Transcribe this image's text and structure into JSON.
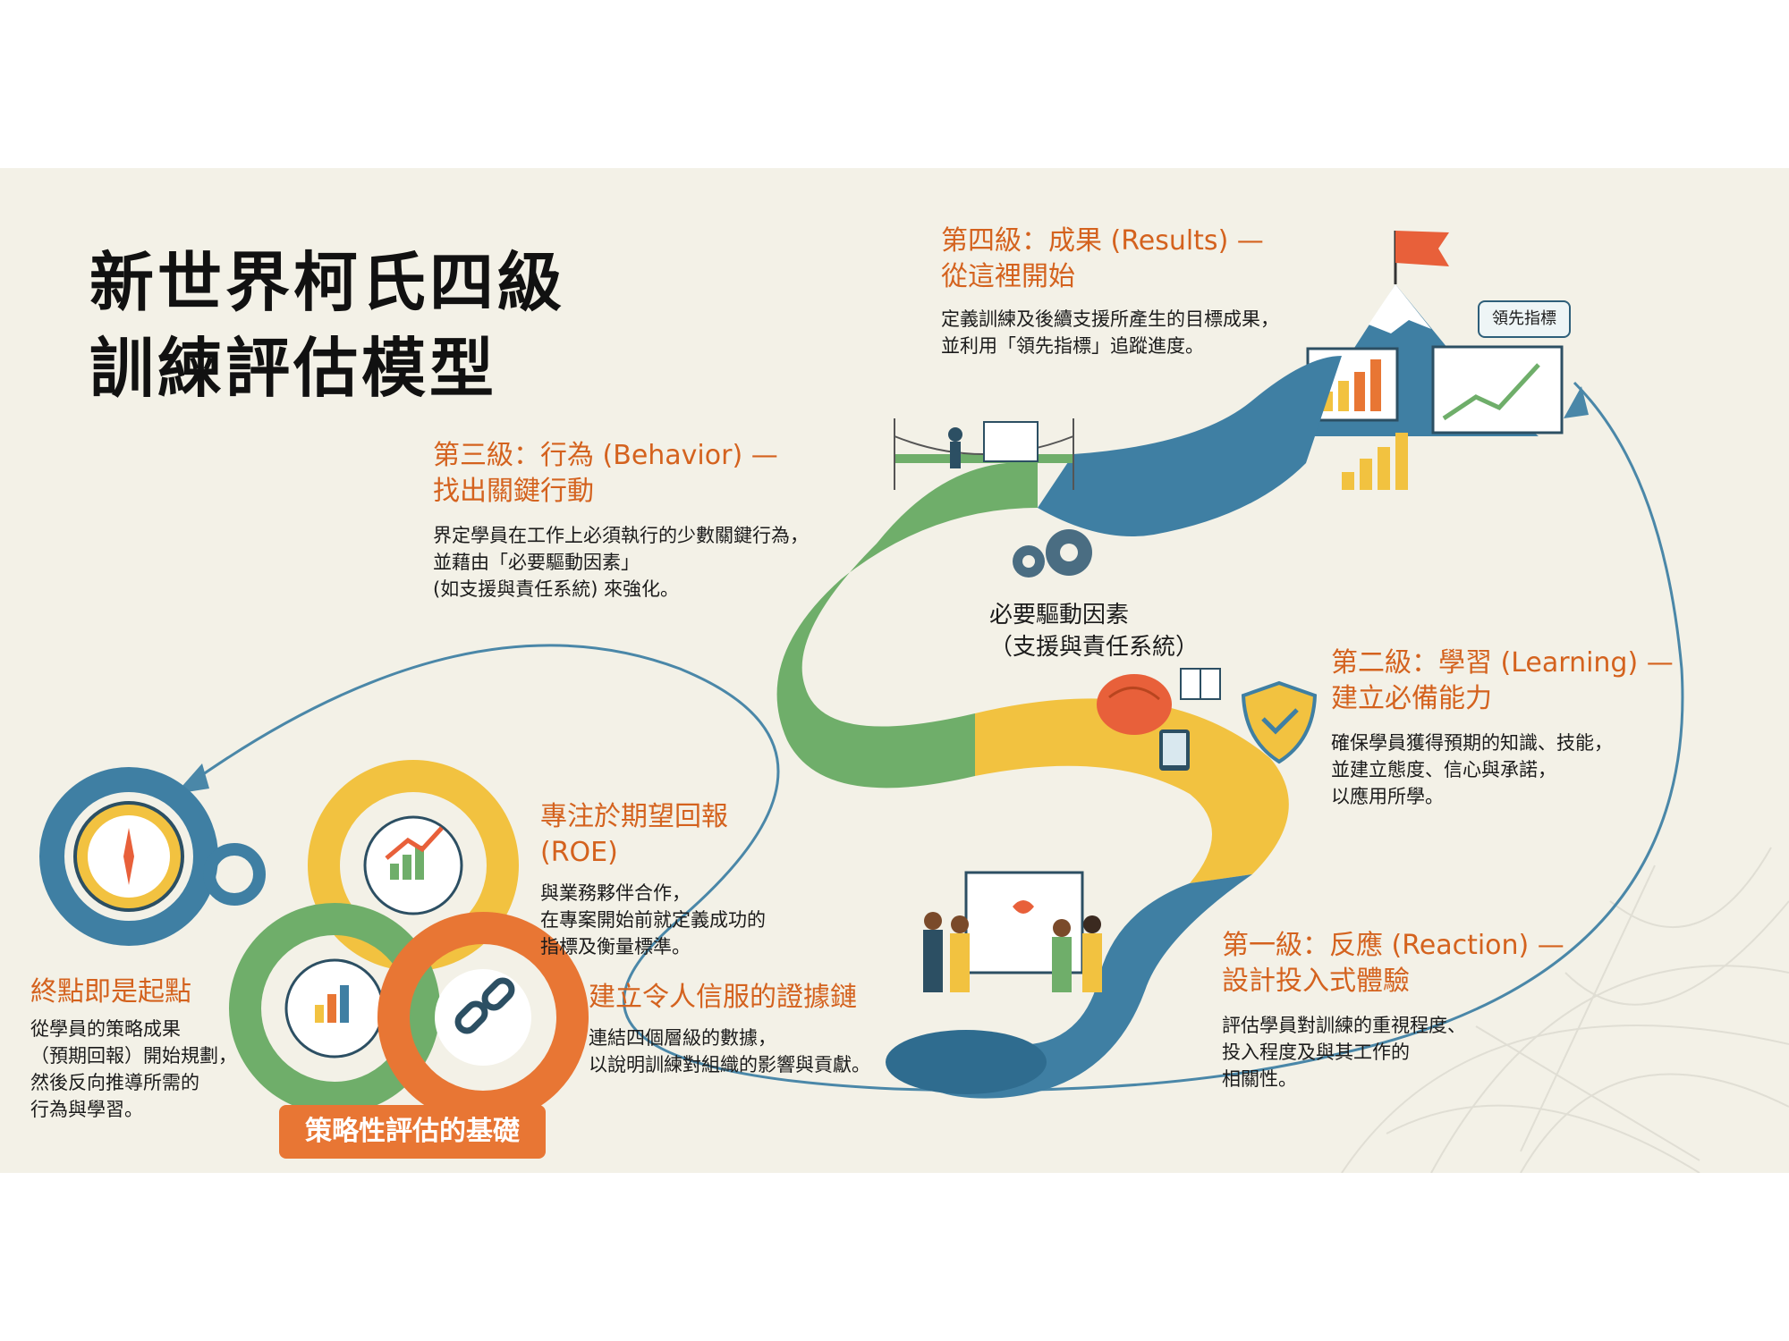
{
  "title": {
    "line1": "新世界柯氏四級",
    "line2": "訓練評估模型"
  },
  "level4": {
    "heading1": "第四級：成果 (Results) —",
    "heading2": "從這裡開始",
    "body1": "定義訓練及後續支援所產生的目標成果，",
    "body2": "並利用「領先指標」追蹤進度。",
    "tag": "領先指標"
  },
  "level3": {
    "heading1": "第三級：行為 (Behavior) —",
    "heading2": "找出關鍵行動",
    "body1": "界定學員在工作上必須執行的少數關鍵行為，",
    "body2": "並藉由「必要驅動因素」",
    "body3": "(如支援與責任系統) 來強化。"
  },
  "drivers": {
    "line1": "必要驅動因素",
    "line2": "（支援與責任系統）"
  },
  "level2": {
    "heading1": "第二級：學習 (Learning) —",
    "heading2": "建立必備能力",
    "body1": "確保學員獲得預期的知識、技能，",
    "body2": "並建立態度、信心與承諾，",
    "body3": "以應用所學。"
  },
  "level1": {
    "heading1": "第一級：反應 (Reaction) —",
    "heading2": "設計投入式體驗",
    "body1": "評估學員對訓練的重視程度、",
    "body2": "投入程度及與其工作的",
    "body3": "相關性。"
  },
  "roe": {
    "heading1": "專注於期望回報",
    "heading2": "(ROE)",
    "body1": "與業務夥伴合作，",
    "body2": "在專案開始前就定義成功的",
    "body3": "指標及衡量標準。"
  },
  "evidence": {
    "heading": "建立令人信服的證據鏈",
    "body1": "連結四個層級的數據，",
    "body2": "以說明訓練對組織的影響與貢獻。"
  },
  "endpoint": {
    "heading": "終點即是起點",
    "body1": "從學員的策略成果",
    "body2": "（預期回報）開始規劃，",
    "body3": "然後反向推導所需的",
    "body4": "行為與學習。"
  },
  "foundation": {
    "label": "策略性評估的基礎"
  },
  "colors": {
    "accent_orange": "#d4621e",
    "road_blue": "#3f7fa3",
    "road_green": "#6fae6a",
    "road_yellow": "#f2c240",
    "badge_orange": "#e87634",
    "background": "#f3f1e7"
  },
  "icons": [
    "flag-icon",
    "mountain-icon",
    "chart-icon",
    "presenter-icon",
    "bridge-icon",
    "gear-icon",
    "brain-icon",
    "book-icon",
    "tablet-icon",
    "shield-check-icon",
    "people-icon",
    "compass-icon",
    "chain-icon",
    "growth-chart-icon"
  ]
}
